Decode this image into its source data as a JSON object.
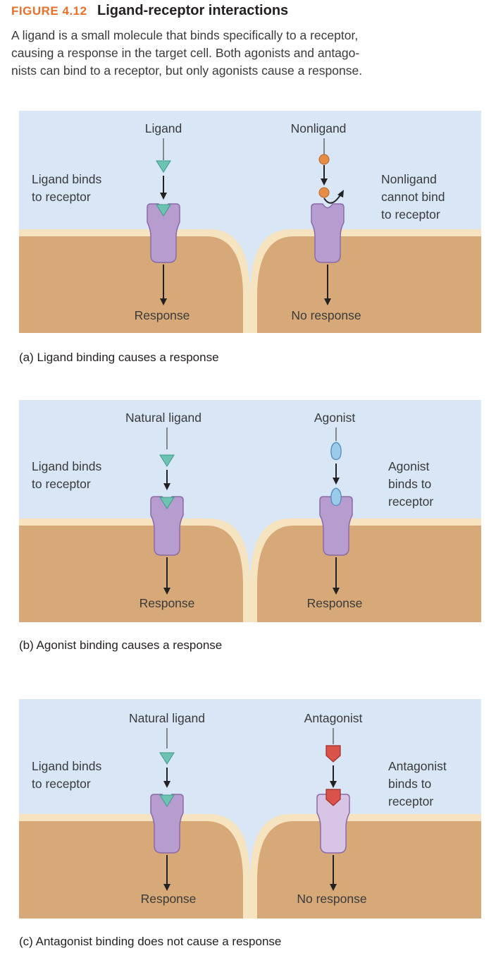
{
  "header": {
    "figure_label": "FIGURE 4.12",
    "figure_title": "Ligand-receptor interactions",
    "accent_color": "#e8702a"
  },
  "caption": {
    "line1": "A ligand is a small molecule that binds specifically to a receptor,",
    "line2": "causing a response in the target cell. Both agonists and antago-",
    "line3": "nists can bind to a receptor, but only agonists cause a response."
  },
  "colors": {
    "extracellular": "#d8e6f5",
    "cytoplasm": "#d7a978",
    "membrane": "#f6e3bf",
    "receptor": "#b79ccf",
    "ligand": "#6cc3b2",
    "nonligand": "#e78c44",
    "agonist": "#9ccbea",
    "antagonist": "#d9534b"
  },
  "panels": [
    {
      "caption": "(a) Ligand binding causes a response",
      "left": {
        "top_label": "Ligand",
        "side_label": [
          "Ligand binds",
          "to receptor"
        ],
        "bottom_label": "Response",
        "molecule": "ligand-triangle"
      },
      "right": {
        "top_label": "Nonligand",
        "side_label": [
          "Nonligand",
          "cannot bind",
          "to receptor"
        ],
        "bottom_label": "No response",
        "molecule": "nonligand-circle"
      }
    },
    {
      "caption": "(b) Agonist binding causes a response",
      "left": {
        "top_label": "Natural ligand",
        "side_label": [
          "Ligand binds",
          "to receptor"
        ],
        "bottom_label": "Response",
        "molecule": "ligand-triangle"
      },
      "right": {
        "top_label": "Agonist",
        "side_label": [
          "Agonist",
          "binds to",
          "receptor"
        ],
        "bottom_label": "Response",
        "molecule": "agonist-drop"
      }
    },
    {
      "caption": "(c) Antagonist binding does not cause a response",
      "left": {
        "top_label": "Natural ligand",
        "side_label": [
          "Ligand binds",
          "to receptor"
        ],
        "bottom_label": "Response",
        "molecule": "ligand-triangle"
      },
      "right": {
        "top_label": "Antagonist",
        "side_label": [
          "Antagonist",
          "binds to",
          "receptor"
        ],
        "bottom_label": "No response",
        "molecule": "antagonist-pentagon"
      }
    }
  ]
}
